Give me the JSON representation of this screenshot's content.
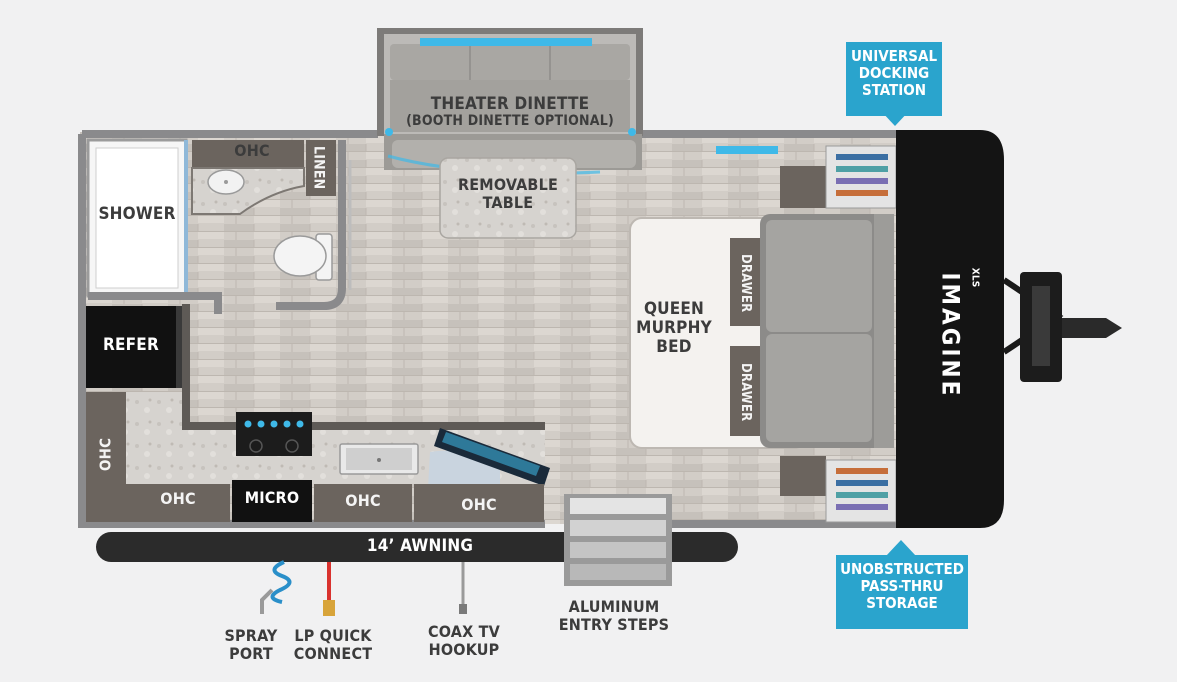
{
  "brand": {
    "logo_text": "IMAGINE",
    "logo_sub": "XLS"
  },
  "rooms": {
    "theater_dinette": {
      "line1": "THEATER DINETTE",
      "line2": "(BOOTH DINETTE OPTIONAL)"
    },
    "removable_table": {
      "line1": "REMOVABLE",
      "line2": "TABLE"
    },
    "shower": "SHOWER",
    "ohc_bath": "OHC",
    "linen": "LINEN",
    "refer": "REFER",
    "ohc_left": "OHC",
    "ohc_1": "OHC",
    "micro": "MICRO",
    "ohc_2": "OHC",
    "ohc_3": "OHC",
    "queen_bed": {
      "line1": "QUEEN",
      "line2": "MURPHY",
      "line3": "BED"
    },
    "drawer_top": "DRAWER",
    "drawer_bottom": "DRAWER",
    "awning": "14’ AWNING"
  },
  "callouts": {
    "docking": {
      "line1": "UNIVERSAL",
      "line2": "DOCKING",
      "line3": "STATION"
    },
    "storage": {
      "line1": "UNOBSTRUCTED",
      "line2": "PASS-THRU",
      "line3": "STORAGE"
    }
  },
  "exterior": {
    "spray_port": {
      "line1": "SPRAY",
      "line2": "PORT"
    },
    "lp_connect": {
      "line1": "LP QUICK",
      "line2": "CONNECT"
    },
    "coax": {
      "line1": "COAX TV",
      "line2": "HOOKUP"
    },
    "steps": {
      "line1": "ALUMINUM",
      "line2": "ENTRY STEPS"
    }
  },
  "colors": {
    "wall": "#8a8a8c",
    "floor": "#cfcac4",
    "cabinet": "#5f5a55",
    "callout": "#2aa4cd",
    "led": "#3fb9e8",
    "awning": "#2b2b2b",
    "propane": "#d9322e",
    "hose": "#2a8fc9"
  },
  "icons": [
    "toilet-icon",
    "sink-icon",
    "stove-icon",
    "microwave-icon",
    "fridge-icon",
    "shoe-rack-icon",
    "hitch-icon"
  ]
}
